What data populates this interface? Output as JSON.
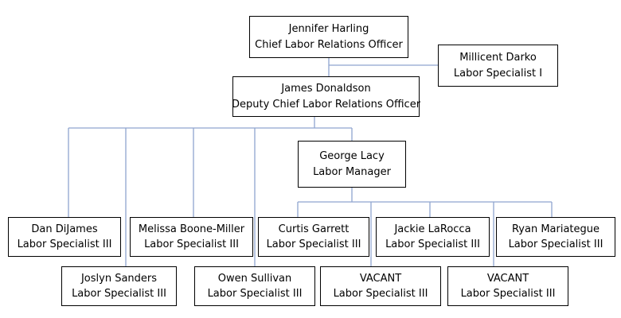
{
  "org_chart": {
    "line_color": "#8fa5cf",
    "positions": {
      "chief": {
        "name": "Jennifer Harling",
        "title": "Chief Labor Relations Officer"
      },
      "assistant": {
        "name": "Millicent Darko",
        "title": "Labor Specialist I"
      },
      "deputy": {
        "name": "James Donaldson",
        "title": "Deputy Chief Labor Relations Officer"
      },
      "manager": {
        "name": "George Lacy",
        "title": "Labor Manager"
      },
      "dan": {
        "name": "Dan DiJames",
        "title": "Labor Specialist III"
      },
      "joslyn": {
        "name": "Joslyn Sanders",
        "title": "Labor Specialist III"
      },
      "melissa": {
        "name": "Melissa Boone-Miller",
        "title": "Labor Specialist III"
      },
      "owen": {
        "name": "Owen Sullivan",
        "title": "Labor Specialist III"
      },
      "curtis": {
        "name": "Curtis Garrett",
        "title": "Labor Specialist III"
      },
      "vacant1": {
        "name": "VACANT",
        "title": "Labor Specialist III"
      },
      "jackie": {
        "name": "Jackie LaRocca",
        "title": "Labor Specialist III"
      },
      "vacant2": {
        "name": "VACANT",
        "title": "Labor Specialist III"
      },
      "ryan": {
        "name": "Ryan Mariategue",
        "title": "Labor Specialist III"
      }
    }
  }
}
